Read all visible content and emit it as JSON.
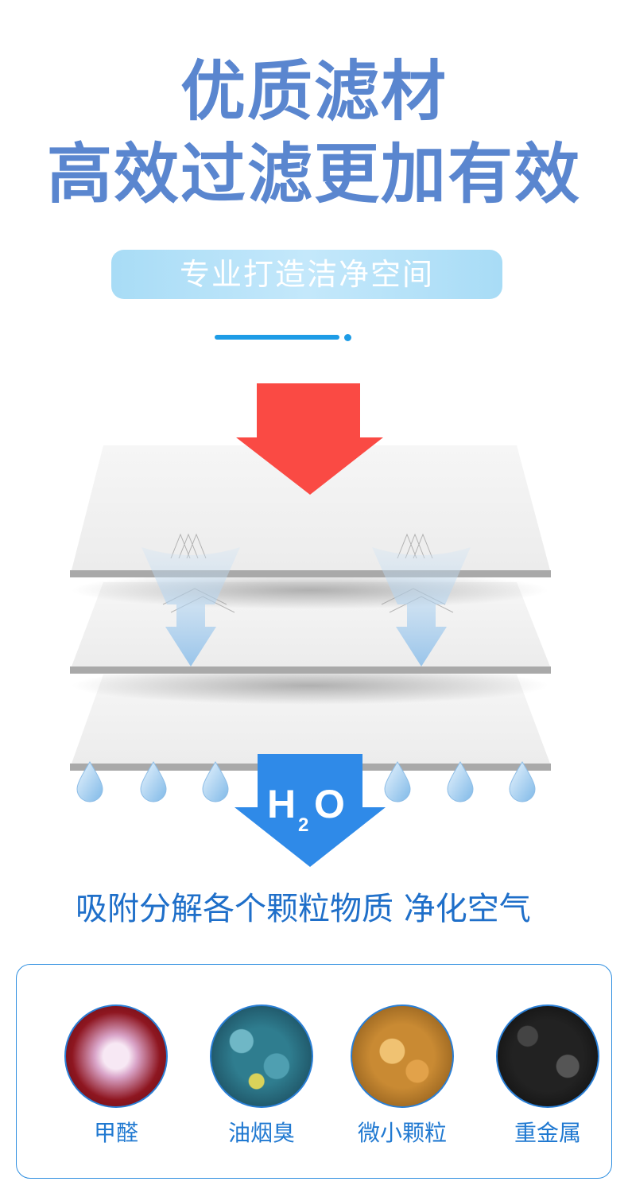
{
  "header": {
    "title_line1": "优质滤材",
    "title_line2": "高效过滤更加有效",
    "subtitle": "专业打造洁净空间"
  },
  "diagram": {
    "h2o_label": "H",
    "h2o_sub": "2",
    "h2o_o": "O",
    "colors": {
      "red_arrow": "#fa4a44",
      "blue_arrow": "#2f8ae8",
      "accent": "#1e9ce6"
    }
  },
  "caption": "吸附分解各个颗粒物质 净化空气",
  "pollutants": [
    {
      "label": "甲醛",
      "icon": "formaldehyde-icon"
    },
    {
      "label": "油烟臭",
      "icon": "smoke-odor-icon"
    },
    {
      "label": "微小颗粒",
      "icon": "micro-particle-icon"
    },
    {
      "label": "重金属",
      "icon": "heavy-metal-icon"
    }
  ]
}
